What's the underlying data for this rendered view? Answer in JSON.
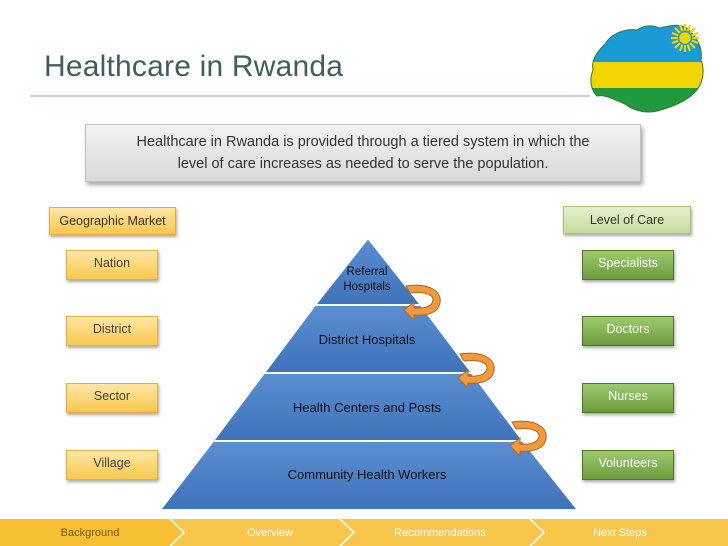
{
  "slide": {
    "title": "Healthcare in Rwanda",
    "intro_line1": "Healthcare in Rwanda is provided through a tiered system in which the",
    "intro_line2": "level of care increases as needed to serve the population."
  },
  "geographic_market": {
    "label": "Geographic Market",
    "items": [
      "Nation",
      "District",
      "Sector",
      "Village"
    ]
  },
  "level_of_care": {
    "label": "Level of Care",
    "items": [
      "Specialists",
      "Doctors",
      "Nurses",
      "Volunteers"
    ]
  },
  "pyramid": {
    "tiers": [
      {
        "line1": "Referral",
        "line2": "Hospitals"
      },
      {
        "line1": "District Hospitals"
      },
      {
        "line1": "Health Centers and Posts"
      },
      {
        "line1": "Community Health Workers"
      }
    ]
  },
  "nav": {
    "items": [
      "Background",
      "Overview",
      "Recommendations",
      "Next Steps"
    ],
    "active_index": 0
  },
  "colors": {
    "title": "#3f5f5a",
    "pyramid_fill": "#4a7fc4",
    "geo_fill": "#f9c84d",
    "care_fill": "#6b9a3b",
    "arrow_fill": "#ef9a3e",
    "nav_bar": "#f7c64a",
    "flag_blue": "#1a9ad6",
    "flag_yellow": "#f2d400",
    "flag_green": "#1f9a3c"
  }
}
